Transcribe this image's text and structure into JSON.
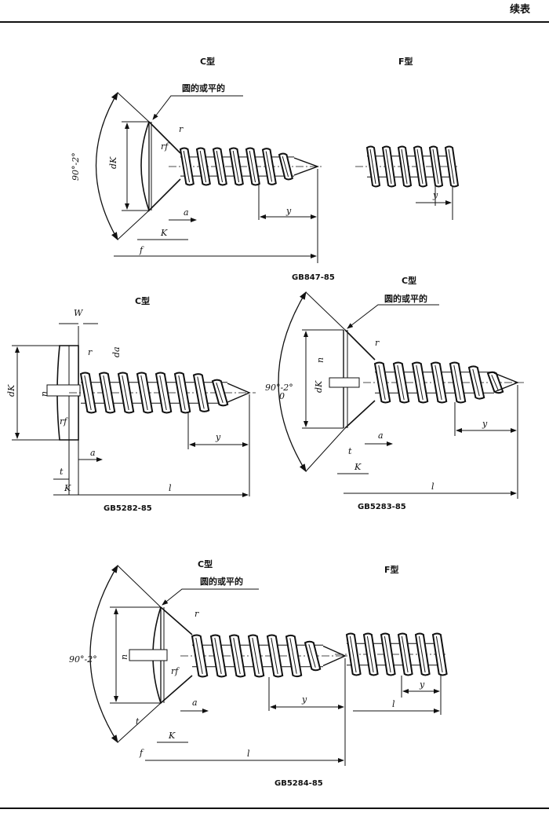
{
  "header": {
    "title": "续表"
  },
  "labels": {
    "type_c": "C型",
    "type_f": "F型",
    "round_or_flat": "圆的或平的",
    "angle": "90°-2°",
    "angle_tol": "0",
    "dk": "dK",
    "r": "r",
    "rf": "rf",
    "a": "a",
    "K": "K",
    "f": "f",
    "l": "l",
    "y": "y",
    "W": "W",
    "da": "da",
    "n": "n",
    "t": "t"
  },
  "standards": [
    "GB847-85",
    "GB5282-85",
    "GB5283-85",
    "GB5284-85"
  ]
}
